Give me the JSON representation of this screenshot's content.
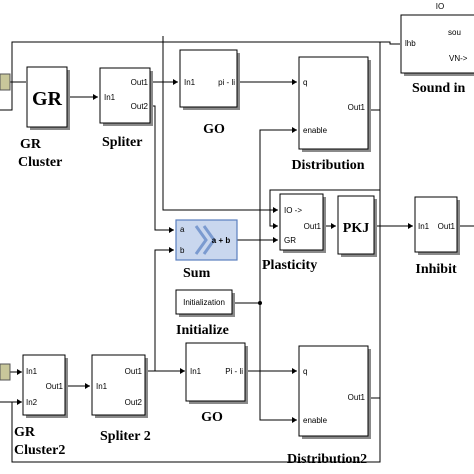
{
  "blocks": {
    "gr1": {
      "icon_text": "GR",
      "caption1": "GR",
      "caption2": "Cluster"
    },
    "split1": {
      "in": "In1",
      "out1": "Out1",
      "out2": "Out2",
      "caption": "Spliter"
    },
    "go1": {
      "in": "In1",
      "out": "pi - li",
      "caption": "GO"
    },
    "dist1": {
      "q": "q",
      "enable": "enable",
      "out": "Out1",
      "caption": "Distribution"
    },
    "sound": {
      "io": "IO",
      "lhb": "lhb",
      "sou": "sou",
      "vn": "VN->",
      "caption": "Sound in"
    },
    "sum": {
      "a": "a",
      "b": "b",
      "expr": "a + b",
      "caption": "Sum"
    },
    "plast": {
      "io": "IO ->",
      "out": "Out1",
      "gr": "GR",
      "caption": "Plasticity"
    },
    "pkj": {
      "icon_text": "PKJ"
    },
    "inhibit": {
      "in": "In1",
      "out": "Out1",
      "caption": "Inhibit"
    },
    "init": {
      "icon_text": "Initialization",
      "caption": "Initialize"
    },
    "gr2": {
      "in1": "In1",
      "in2": "In2",
      "out": "Out1",
      "caption1": "GR",
      "caption2": "Cluster2"
    },
    "split2": {
      "in": "In1",
      "out1": "Out1",
      "out2": "Out2",
      "caption": "Spliter 2"
    },
    "go2": {
      "in": "In1",
      "out": "Pi - li",
      "caption": "GO"
    },
    "dist2": {
      "q": "q",
      "enable": "enable",
      "out": "Out1",
      "caption": "Distribution2"
    }
  },
  "colors": {
    "sum_fill": "#c9d7ee",
    "sum_stroke": "#5a7fbf",
    "shadow": "#8a8a8a",
    "source_fill": "#c8c79a"
  }
}
